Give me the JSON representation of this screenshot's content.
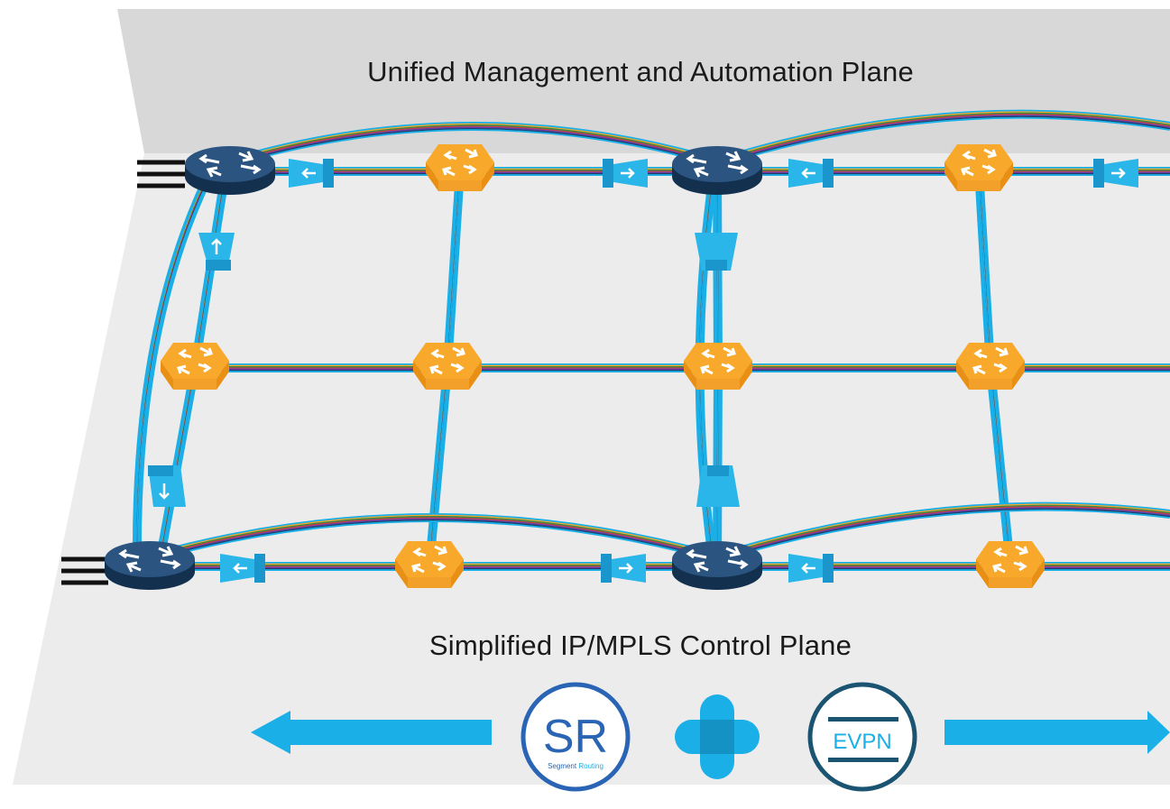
{
  "management_plane": {
    "title": "Unified Management and Automation Plane"
  },
  "control_plane": {
    "title": "Simplified IP/MPLS Control Plane"
  },
  "sr_badge": {
    "abbr": "SR",
    "caption": "Segment Routing",
    "caption_part1": "Segment",
    "caption_part2": "Routing"
  },
  "evpn_badge": {
    "label": "EVPN"
  },
  "icons": [
    "router-icon",
    "switch-icon",
    "arrow-left-icon",
    "arrow-right-icon",
    "plus-icon"
  ],
  "colors": {
    "gray_plane": "#d8d8d9",
    "light_plane": "#ececed",
    "router_navy": "#1d3d63",
    "switch_orange": "#f8a92b",
    "accent_cyan": "#1aafe6",
    "badge_blue": "#2a64b4",
    "badge_teal": "#1a5471"
  }
}
